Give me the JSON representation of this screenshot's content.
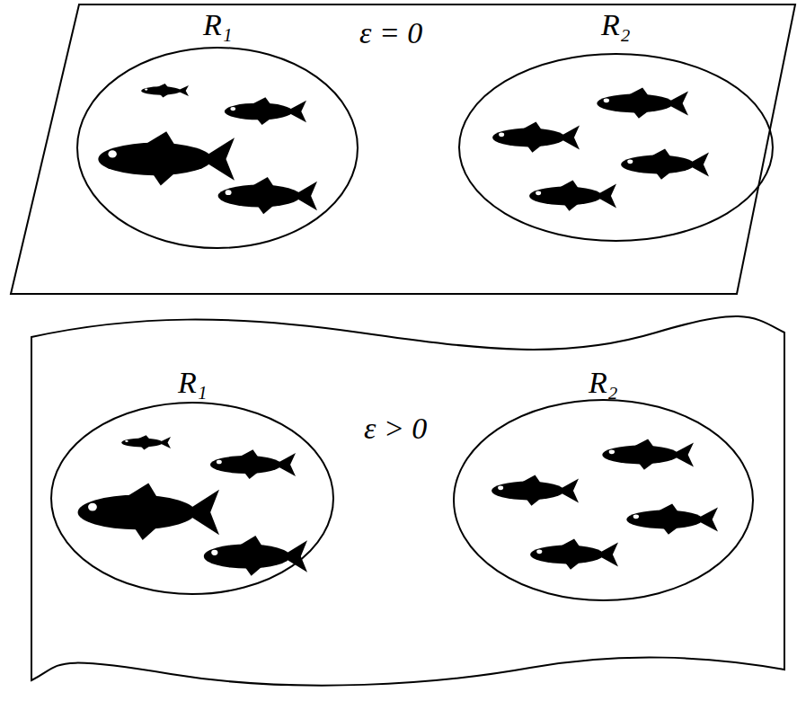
{
  "diagram": {
    "nodes": [
      {
        "text": [
          "ε = 0"
        ]
      },
      {
        "text": [
          "R₁"
        ],
        "in": 0
      },
      {
        "text": [
          "R₂"
        ],
        "in": 0
      },
      {
        "text": [
          "ε > 0"
        ]
      },
      {
        "text": [
          "R₁"
        ],
        "in": 3
      },
      {
        "text": [
          "R₂"
        ],
        "in": 3
      }
    ]
  }
}
